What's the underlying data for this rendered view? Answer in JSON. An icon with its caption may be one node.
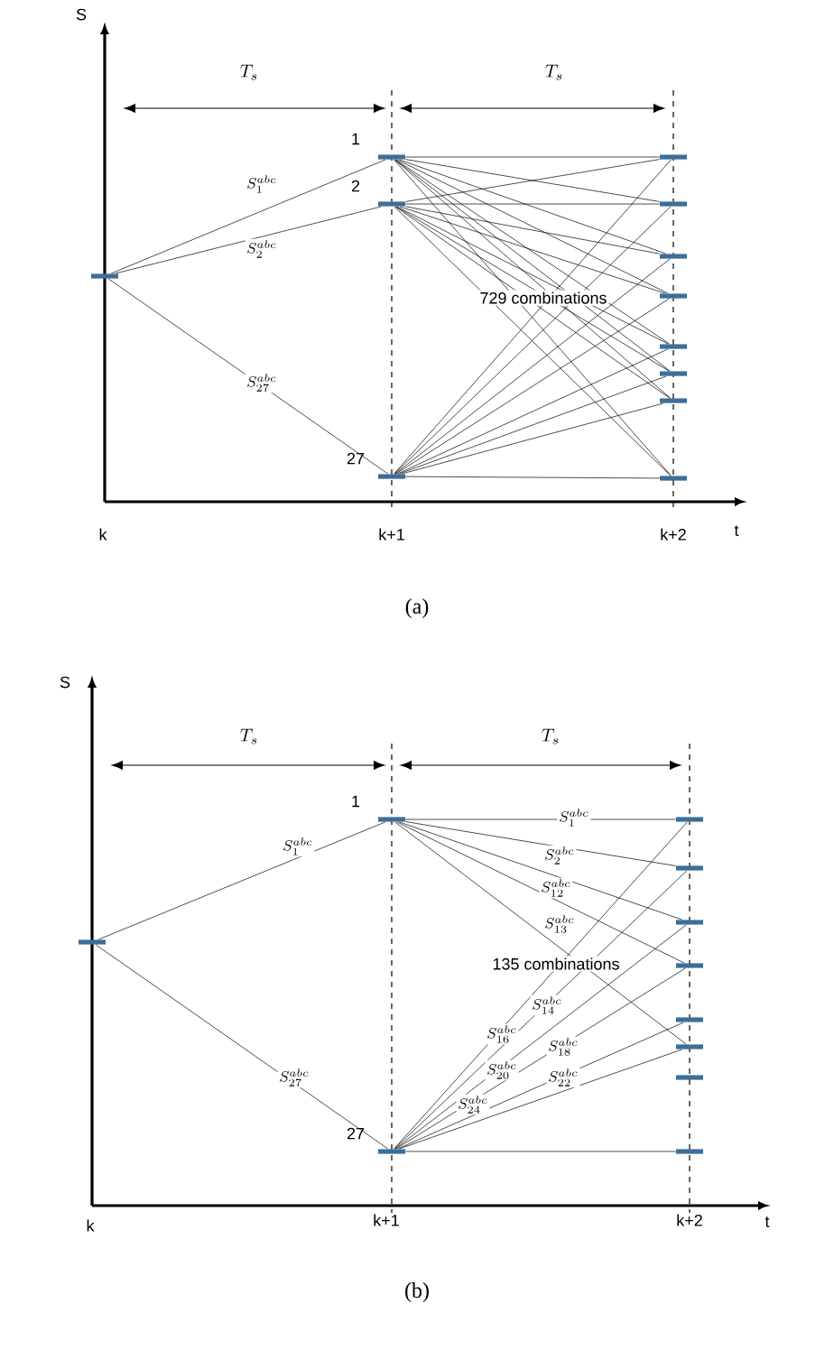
{
  "diagram": {
    "nodes": [
      {
        "text": [],
        "shape": "bar"
      },
      {
        "text": [],
        "shape": "bar",
        "beside": [
          "1"
        ]
      },
      {
        "text": [],
        "shape": "bar",
        "beside": [
          "2"
        ]
      },
      {
        "text": [],
        "shape": "bar",
        "beside": [
          "27"
        ]
      },
      {
        "text": [],
        "shape": "bar"
      },
      {
        "text": [],
        "shape": "bar"
      },
      {
        "text": [],
        "shape": "bar"
      },
      {
        "text": [],
        "shape": "bar"
      },
      {
        "text": [],
        "shape": "bar"
      },
      {
        "text": [],
        "shape": "bar"
      },
      {
        "text": [],
        "shape": "bar"
      },
      {
        "text": [],
        "shape": "bar"
      },
      {
        "text": [],
        "shape": "bar"
      },
      {
        "text": [],
        "shape": "bar",
        "beside": [
          "1"
        ]
      },
      {
        "text": [],
        "shape": "bar",
        "beside": [
          "27"
        ]
      },
      {
        "text": [],
        "shape": "bar"
      },
      {
        "text": [],
        "shape": "bar"
      },
      {
        "text": [],
        "shape": "bar"
      },
      {
        "text": [],
        "shape": "bar"
      },
      {
        "text": [],
        "shape": "bar"
      },
      {
        "text": [],
        "shape": "bar"
      },
      {
        "text": [],
        "shape": "bar"
      },
      {
        "text": [],
        "shape": "bar"
      }
    ],
    "edges": [
      {
        "from": 0,
        "to": 1,
        "arrow": "none",
        "label": "S_1^{abc}"
      },
      {
        "from": 0,
        "to": 2,
        "arrow": "none",
        "label": "S_2^{abc}"
      },
      {
        "from": 0,
        "to": 3,
        "arrow": "none",
        "label": "S_{27}^{abc}"
      },
      {
        "from": 1,
        "to": 4,
        "arrow": "none"
      },
      {
        "from": 1,
        "to": 5,
        "arrow": "none"
      },
      {
        "from": 1,
        "to": 6,
        "arrow": "none"
      },
      {
        "from": 1,
        "to": 7,
        "arrow": "none"
      },
      {
        "from": 1,
        "to": 8,
        "arrow": "none"
      },
      {
        "from": 1,
        "to": 9,
        "arrow": "none"
      },
      {
        "from": 1,
        "to": 10,
        "arrow": "none"
      },
      {
        "from": 1,
        "to": 11,
        "arrow": "none"
      },
      {
        "from": 2,
        "to": 4,
        "arrow": "none"
      },
      {
        "from": 2,
        "to": 5,
        "arrow": "none"
      },
      {
        "from": 2,
        "to": 6,
        "arrow": "none"
      },
      {
        "from": 2,
        "to": 7,
        "arrow": "none"
      },
      {
        "from": 2,
        "to": 8,
        "arrow": "none"
      },
      {
        "from": 2,
        "to": 9,
        "arrow": "none"
      },
      {
        "from": 2,
        "to": 10,
        "arrow": "none"
      },
      {
        "from": 2,
        "to": 11,
        "arrow": "none"
      },
      {
        "from": 3,
        "to": 4,
        "arrow": "none"
      },
      {
        "from": 3,
        "to": 5,
        "arrow": "none"
      },
      {
        "from": 3,
        "to": 6,
        "arrow": "none"
      },
      {
        "from": 3,
        "to": 7,
        "arrow": "none"
      },
      {
        "from": 3,
        "to": 8,
        "arrow": "none"
      },
      {
        "from": 3,
        "to": 9,
        "arrow": "none"
      },
      {
        "from": 3,
        "to": 10,
        "arrow": "none"
      },
      {
        "from": 3,
        "to": 11,
        "arrow": "none"
      },
      {
        "from": 12,
        "to": 13,
        "arrow": "none",
        "label": "S_1^{abc}"
      },
      {
        "from": 12,
        "to": 14,
        "arrow": "none",
        "label": "S_{27}^{abc}"
      },
      {
        "from": 13,
        "to": 15,
        "arrow": "none",
        "label": "S_1^{abc}"
      },
      {
        "from": 13,
        "to": 16,
        "arrow": "none",
        "label": "S_2^{abc}"
      },
      {
        "from": 13,
        "to": 17,
        "arrow": "none",
        "label": "S_{12}^{abc}"
      },
      {
        "from": 13,
        "to": 18,
        "arrow": "none",
        "label": "S_{13}^{abc}"
      },
      {
        "from": 13,
        "to": 20,
        "arrow": "none"
      },
      {
        "from": 14,
        "to": 15,
        "arrow": "none",
        "label": "S_{14}^{abc}"
      },
      {
        "from": 14,
        "to": 16,
        "arrow": "none",
        "label": "S_{16}^{abc}"
      },
      {
        "from": 14,
        "to": 17,
        "arrow": "none",
        "label": "S_{18}^{abc}"
      },
      {
        "from": 14,
        "to": 18,
        "arrow": "none",
        "label": "S_{20}^{abc}"
      },
      {
        "from": 14,
        "to": 19,
        "arrow": "none",
        "label": "S_{22}^{abc}"
      },
      {
        "from": 14,
        "to": 20,
        "arrow": "none",
        "label": "S_{24}^{abc}"
      },
      {
        "from": 14,
        "to": 22,
        "arrow": "none"
      }
    ],
    "labels": [
      "S",
      "T_s",
      "T_s",
      "729 combinations",
      "k",
      "k+1",
      "k+2",
      "t",
      "(a)",
      "S",
      "T_s",
      "T_s",
      "135 combinations",
      "k",
      "k+1",
      "k+2",
      "t",
      "(b)"
    ]
  }
}
